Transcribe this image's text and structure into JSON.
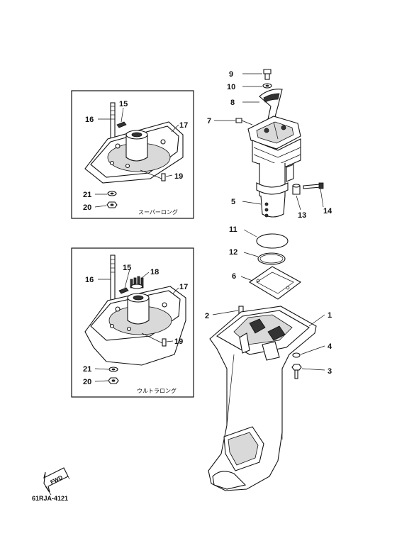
{
  "callouts": {
    "c1": "1",
    "c2": "2",
    "c3": "3",
    "c4": "4",
    "c5": "5",
    "c6": "6",
    "c7": "7",
    "c8": "8",
    "c9": "9",
    "c10": "10",
    "c11": "11",
    "c12": "12",
    "c13": "13",
    "c14": "14",
    "inset_top": {
      "c15": "15",
      "c16": "16",
      "c17": "17",
      "c19": "19",
      "c20": "20",
      "c21": "21"
    },
    "inset_bottom": {
      "c15": "15",
      "c16": "16",
      "c17": "17",
      "c18": "18",
      "c19": "19",
      "c20": "20",
      "c21": "21"
    }
  },
  "insets": {
    "top_caption": "スーパーロング",
    "bottom_caption": "ウルトラロング"
  },
  "fwd_label": "FWD",
  "diagram_code": "61RJA-4121"
}
